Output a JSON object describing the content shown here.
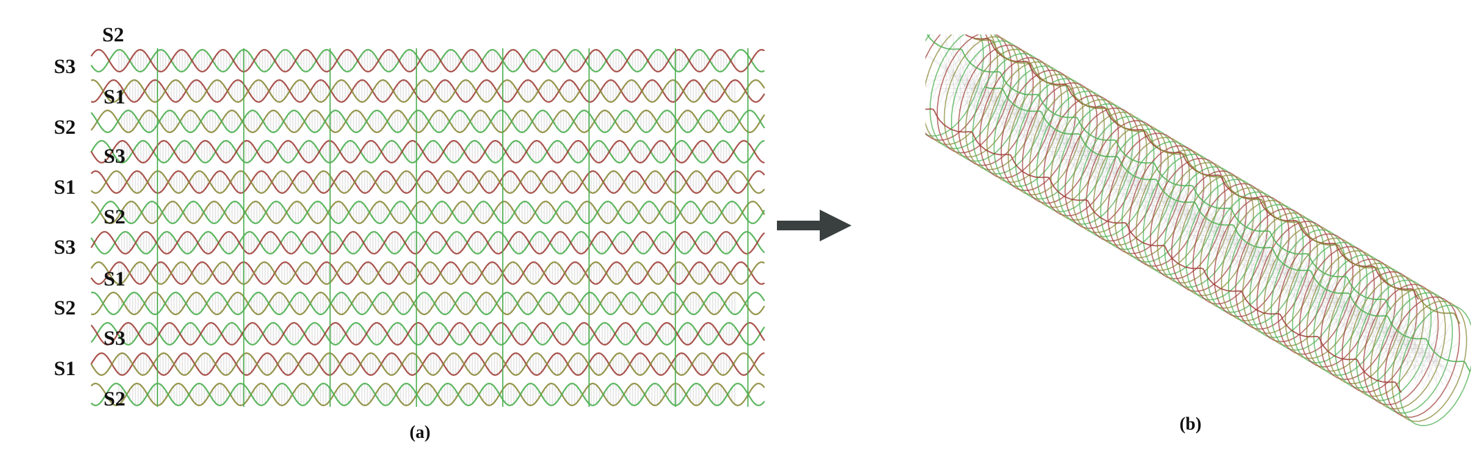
{
  "panel_a": {
    "caption": "(a)",
    "left_labels": [
      "S3",
      "S2",
      "S1",
      "S3",
      "S2",
      "S1"
    ],
    "inner_labels": [
      "S2",
      "S1",
      "S3",
      "S2",
      "S1",
      "S3",
      "S2"
    ]
  },
  "panel_b": {
    "caption": "(b)"
  },
  "colors": {
    "strand_green": "#4caf50",
    "strand_red": "#a0413a",
    "strand_olive": "#8a8a3a",
    "basepair": "#b8b8b8",
    "arrow": "#3a4040"
  }
}
